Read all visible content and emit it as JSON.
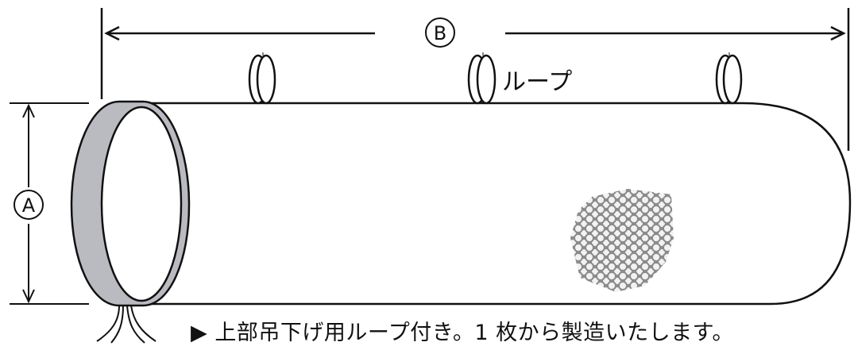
{
  "labels": {
    "dimension_a": "A",
    "dimension_b": "B",
    "loop_label": "ループ"
  },
  "caption": "▶ 上部吊下げ用ループ付き。1 枚から製造いたします。",
  "colors": {
    "line": "#111111",
    "ring_fill": "#b9bbc0",
    "mesh_fill": "#9a9a9a",
    "background": "#ffffff"
  },
  "icons": {
    "mesh_patch": "net-mesh-texture",
    "hanging_loops": "loop-ring-icon",
    "ring_frame": "hoop-frame",
    "rope_tail": "rope-icon"
  }
}
